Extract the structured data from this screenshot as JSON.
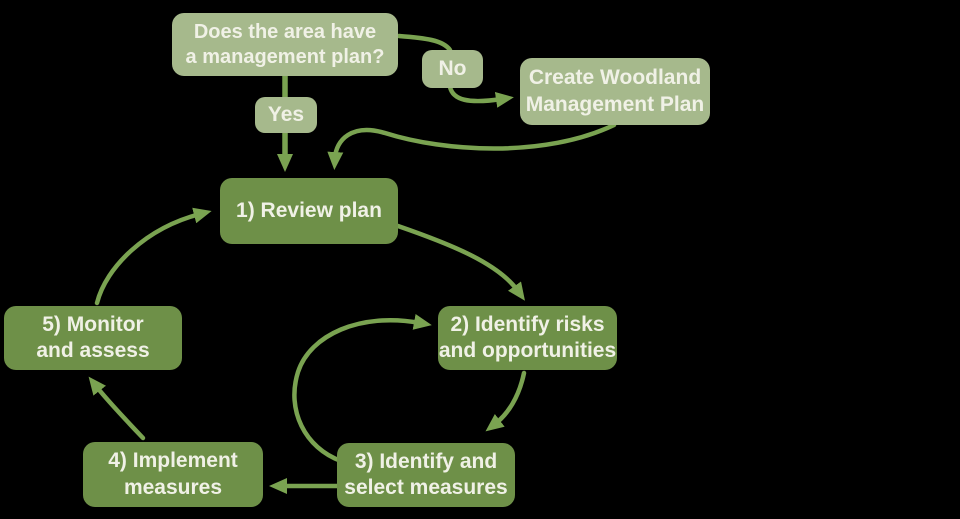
{
  "diagram": {
    "description": "Woodland management planning cycle flowchart",
    "colors": {
      "background": "#000000",
      "light_box": "#a6b98c",
      "dark_box": "#6e9048",
      "arrow": "#7aa351",
      "text": "#f0f1e6"
    },
    "nodes": {
      "question": {
        "label": "Does the area have\na management plan?"
      },
      "yes": {
        "label": "Yes"
      },
      "no": {
        "label": "No"
      },
      "create_plan": {
        "label": "Create Woodland\nManagement Plan"
      },
      "step1": {
        "label": "1) Review plan"
      },
      "step2": {
        "label": "2) Identify risks\nand opportunities"
      },
      "step3": {
        "label": "3) Identify and\nselect measures"
      },
      "step4": {
        "label": "4) Implement\nmeasures"
      },
      "step5": {
        "label": "5) Monitor\nand assess"
      }
    },
    "edges": [
      {
        "from": "question",
        "to": "no"
      },
      {
        "from": "no",
        "to": "create_plan"
      },
      {
        "from": "create_plan",
        "to": "step1"
      },
      {
        "from": "question",
        "to": "yes"
      },
      {
        "from": "yes",
        "to": "step1"
      },
      {
        "from": "step1",
        "to": "step2"
      },
      {
        "from": "step2",
        "to": "step3"
      },
      {
        "from": "step3",
        "to": "step2"
      },
      {
        "from": "step3",
        "to": "step4"
      },
      {
        "from": "step4",
        "to": "step5"
      },
      {
        "from": "step5",
        "to": "step1"
      }
    ]
  }
}
